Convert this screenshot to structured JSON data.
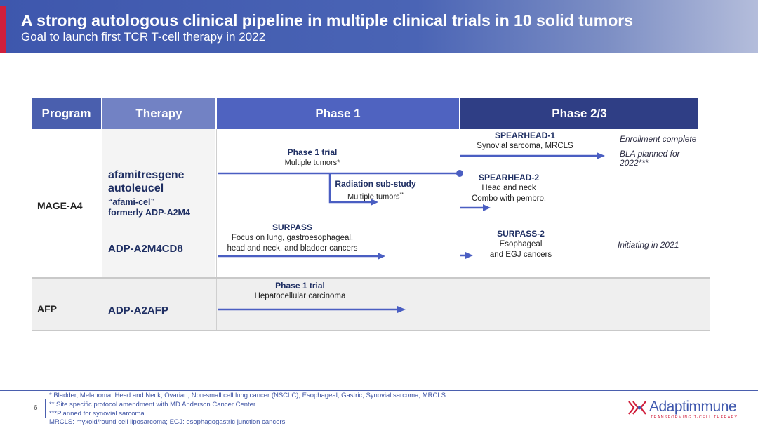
{
  "header": {
    "title": "A strong autologous clinical pipeline in multiple clinical trials in 10 solid tumors",
    "subtitle": "Goal to launch first TCR T-cell therapy in 2022"
  },
  "table": {
    "columns": [
      "Program",
      "Therapy",
      "Phase 1",
      "Phase 2/3"
    ],
    "rows": {
      "mage": {
        "program": "MAGE-A4",
        "therapy1": {
          "name_line1": "afamitresgene",
          "name_line2": "autoleucel",
          "nickname": "“afami-cel”",
          "formerly": "formerly ADP-A2M4"
        },
        "therapy2": "ADP-A2M4CD8",
        "phase1_trial": {
          "title": "Phase 1 trial",
          "detail": "Multiple tumors*"
        },
        "radiation": {
          "title": "Radiation sub-study",
          "detail": "Multiple tumors",
          "sup": "**"
        },
        "surpass": {
          "title": "SURPASS",
          "line1": "Focus on lung, gastroesophageal,",
          "line2": "head and neck, and bladder cancers"
        },
        "spearhead1": {
          "title": "SPEARHEAD-1",
          "detail": "Synovial sarcoma, MRCLS"
        },
        "spearhead2": {
          "title": "SPEARHEAD-2",
          "line1": "Head and neck",
          "line2": "Combo with pembro."
        },
        "surpass2": {
          "title": "SURPASS-2",
          "line1": "Esophageal",
          "line2": "and EGJ cancers"
        },
        "status_enrollment": "Enrollment complete",
        "status_bla_line1": "BLA planned for",
        "status_bla_line2": "2022***",
        "status_initiating": "Initiating in 2021"
      },
      "afp": {
        "program": "AFP",
        "therapy": "ADP-A2AFP",
        "phase1_trial": {
          "title": "Phase 1 trial",
          "detail": "Hepatocellular carcinoma"
        }
      }
    }
  },
  "footnotes": {
    "page_number": "6",
    "note1": "* Bladder, Melanoma, Head and Neck, Ovarian, Non-small cell lung cancer (NSCLC), Esophageal, Gastric, Synovial sarcoma, MRCLS",
    "note2": "** Site specific protocol amendment with MD Anderson Cancer Center",
    "note3": "***Planned for synovial sarcoma",
    "note4": "MRCLS: myxoid/round cell liposarcoma; EGJ: esophagogastric junction cancers"
  },
  "logo": {
    "name": "Adaptimmune",
    "tagline": "TRANSFORMING T-CELL THERAPY"
  },
  "colors": {
    "header_blue": "#3e57ad",
    "program_header": "#4a5fae",
    "therapy_header": "#7282c4",
    "phase1_header": "#4f63c0",
    "phase23_header": "#2f3e85",
    "arrow_blue": "#4a5ec2",
    "logo_red": "#d01f3c"
  }
}
